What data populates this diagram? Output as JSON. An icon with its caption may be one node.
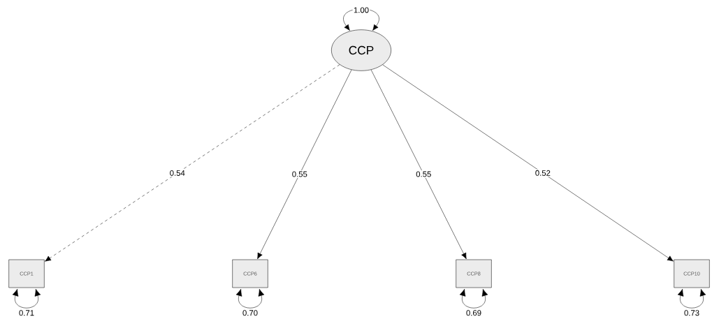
{
  "diagram": {
    "nodes": [
      {
        "text": [
          "CCP"
        ]
      },
      {
        "text": [
          "CCP1"
        ]
      },
      {
        "text": [
          "CCP6"
        ]
      },
      {
        "text": [
          "CCP8"
        ]
      },
      {
        "text": [
          "CCP10"
        ]
      }
    ],
    "edges": [
      {
        "from": 0,
        "to": 0,
        "arrow": "both",
        "label": "1.00"
      },
      {
        "from": 0,
        "to": 1,
        "arrow": "to",
        "label": "0.54",
        "style": "dashed"
      },
      {
        "from": 0,
        "to": 2,
        "arrow": "to",
        "label": "0.55"
      },
      {
        "from": 0,
        "to": 3,
        "arrow": "to",
        "label": "0.55"
      },
      {
        "from": 0,
        "to": 4,
        "arrow": "to",
        "label": "0.52"
      },
      {
        "from": 1,
        "to": 1,
        "arrow": "both",
        "label": "0.71"
      },
      {
        "from": 2,
        "to": 2,
        "arrow": "both",
        "label": "0.70"
      },
      {
        "from": 3,
        "to": 3,
        "arrow": "both",
        "label": "0.69"
      },
      {
        "from": 4,
        "to": 4,
        "arrow": "both",
        "label": "0.73"
      }
    ]
  }
}
